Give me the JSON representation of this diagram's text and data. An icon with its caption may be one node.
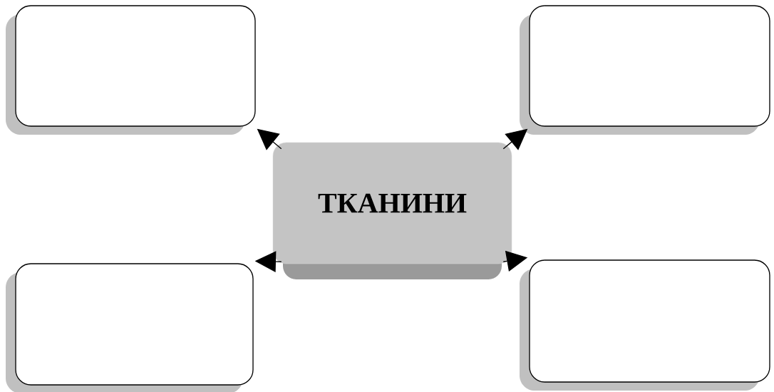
{
  "diagram": {
    "nodes": [
      {
        "text": [],
        "shape": "box"
      },
      {
        "text": [],
        "shape": "box"
      },
      {
        "text": [
          "ТКАНИНИ"
        ]
      },
      {
        "text": [],
        "shape": "box"
      },
      {
        "text": [],
        "shape": "box"
      }
    ],
    "edges": [
      {
        "from": 2,
        "to": 0,
        "arrow": "to"
      },
      {
        "from": 2,
        "to": 1,
        "arrow": "to"
      },
      {
        "from": 2,
        "to": 3,
        "arrow": "to"
      },
      {
        "from": 2,
        "to": 4,
        "arrow": "to"
      }
    ]
  }
}
